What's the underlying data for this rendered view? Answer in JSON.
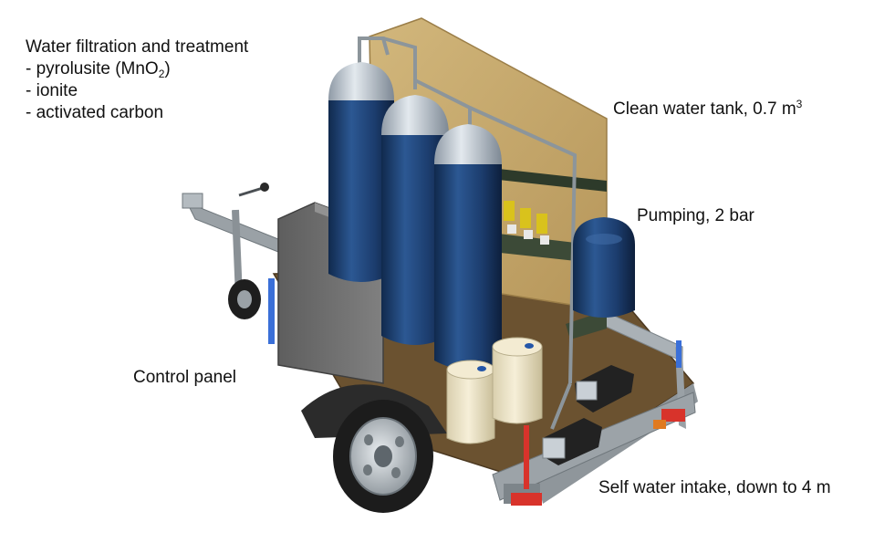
{
  "labels": {
    "filtration": {
      "title": "Water filtration and treatment",
      "items": [
        {
          "prefix": "- pyrolusite (MnO",
          "sub": "2",
          "suffix": ")"
        },
        {
          "text": "- ionite"
        },
        {
          "text": "- activated carbon"
        }
      ]
    },
    "clean_water_tank": {
      "text": "Clean water tank, 0.7 m",
      "sup": "3"
    },
    "pumping": "Pumping, 2 bar",
    "control_panel": "Control panel",
    "self_water_intake": "Self water intake, down to 4 m"
  },
  "colors": {
    "tank_cardboard": "#c7aa6e",
    "filter_blue": "#1c3d6e",
    "filter_cap": "#c9d3dc",
    "frame_gray": "#9aa1a6",
    "control_panel": "#6f6f6f",
    "deck": "#6b5230",
    "canister": "#efe6c8",
    "reflector_red": "#d8332b",
    "reflector_blue": "#3a6fd8",
    "tire": "#1c1c1c"
  }
}
